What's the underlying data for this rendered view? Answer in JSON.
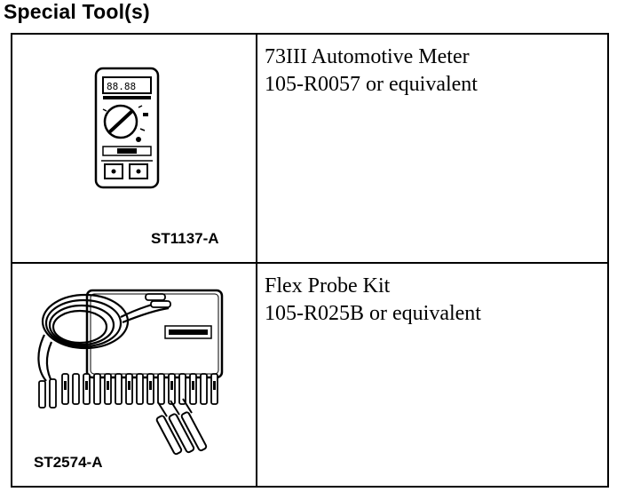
{
  "heading": "Special Tool(s)",
  "tools": [
    {
      "illustration_icon": "multimeter-icon",
      "figure_code": "ST1137-A",
      "name": "73III Automotive Meter",
      "part": "105-R0057 or equivalent"
    },
    {
      "illustration_icon": "flex-probe-kit-icon",
      "figure_code": "ST2574-A",
      "name": "Flex Probe Kit",
      "part": "105-R025B or equivalent"
    }
  ]
}
